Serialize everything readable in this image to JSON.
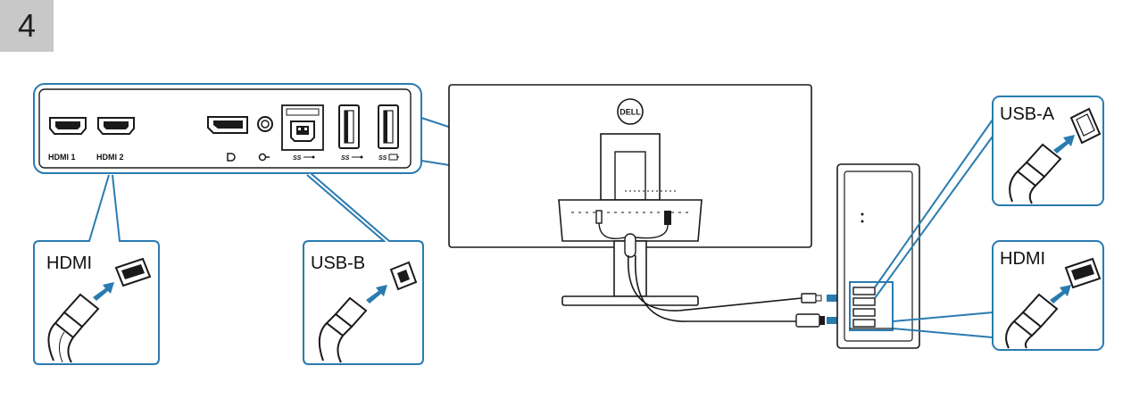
{
  "step": {
    "number": "4"
  },
  "port_panel": {
    "labels": {
      "hdmi1": "HDMI 1",
      "hdmi2": "HDMI 2",
      "usb_a_1": "SS",
      "usb_a_2": "SS",
      "usb_c": "SS"
    }
  },
  "monitor": {
    "logo": "DELL"
  },
  "callouts": {
    "hdmi_left": "HDMI",
    "usb_b": "USB-B",
    "usb_a": "USB-A",
    "hdmi_right": "HDMI"
  },
  "colors": {
    "accent": "#2a7bb0",
    "line": "#1a1a1a",
    "step_bg": "#c8c8c8"
  }
}
